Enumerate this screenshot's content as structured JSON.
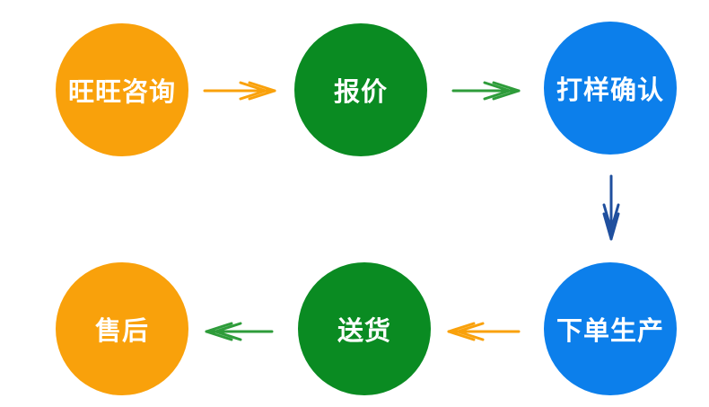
{
  "colors": {
    "orange": "#F9A10B",
    "green": "#0A8B22",
    "blue": "#0C7FEB",
    "arrow_orange": "#F9A10B",
    "arrow_green": "#2E9C3A",
    "arrow_blue": "#1F4F9E"
  },
  "steps": [
    {
      "label": "旺旺咨询"
    },
    {
      "label": "报价"
    },
    {
      "label": "打样确认"
    },
    {
      "label": "下单生产"
    },
    {
      "label": "送货"
    },
    {
      "label": "售后"
    }
  ]
}
